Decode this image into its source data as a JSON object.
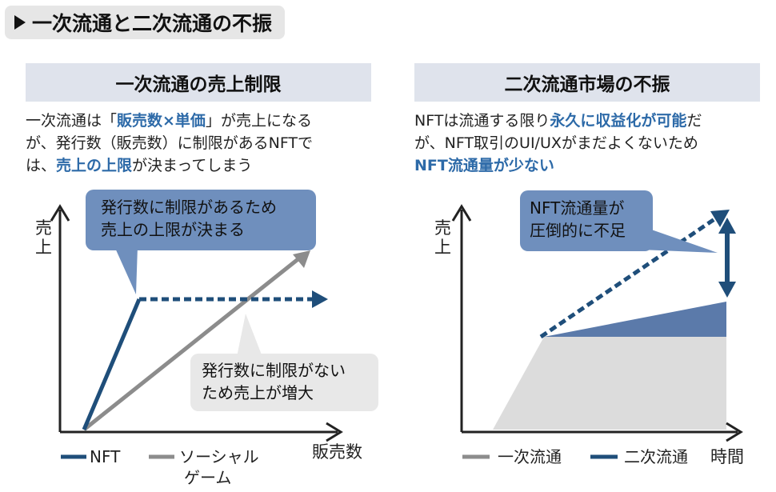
{
  "header": {
    "title": "一次流通と二次流通の不振"
  },
  "left_panel": {
    "heading": "一次流通の売上制限",
    "description": {
      "line1_pre": "一次流通は「",
      "line1_hl": "販売数×単価",
      "line1_post": "」が売上になる",
      "line2": "が、発行数（販売数）に制限があるNFTで",
      "line3_pre": "は、",
      "line3_hl": "売上の上限",
      "line3_post": "が決まってしまう"
    },
    "y_axis_label_1": "売",
    "y_axis_label_2": "上",
    "x_axis_label": "販売数",
    "callout_nft_line1": "発行数に制限があるため",
    "callout_nft_line2": "売上の上限が決まる",
    "callout_game_line1": "発行数に制限がない",
    "callout_game_line2": "ため売上が増大",
    "legend_nft": "NFT",
    "legend_game_line1": "ソーシャル",
    "legend_game_line2": "ゲーム"
  },
  "right_panel": {
    "heading": "二次流通市場の不振",
    "description": {
      "line1_pre": "NFTは流通する限り",
      "line1_hl": "永久に収益化が可能",
      "line1_post": "だ",
      "line2": "が、NFT取引のUI/UXがまだよくないため",
      "line3_hl": "NFT流通量が少ない"
    },
    "y_axis_label_1": "売",
    "y_axis_label_2": "上",
    "x_axis_label": "時間",
    "callout_line1": "NFT流通量が",
    "callout_line2": "圧倒的に不足",
    "legend_primary": "一次流通",
    "legend_secondary": "二次流通"
  },
  "colors": {
    "navy": "#1f4e7a",
    "gray_line": "#8c8c8c",
    "callout_blue": "#6f8fbd",
    "callout_gray": "#e8e8e8",
    "highlight": "#2d6aa8",
    "area_gray": "#dcdcdc",
    "area_blue": "#5b7aaa"
  }
}
